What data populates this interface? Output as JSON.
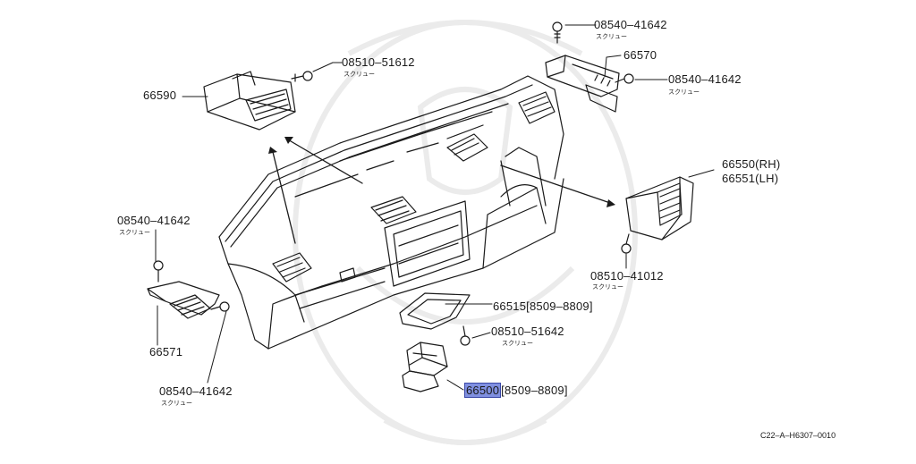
{
  "callouts": {
    "c1": {
      "part": "08540–41642",
      "sub": "スクリュー"
    },
    "c2": {
      "part": "08510–51612",
      "sub": "スクリュー"
    },
    "c3": {
      "part": "66570"
    },
    "c4": {
      "part": "08540–41642",
      "sub": "スクリュー"
    },
    "c5": {
      "part": "66590"
    },
    "c6": {
      "part_rh": "66550(RH)",
      "part_lh": "66551(LH)"
    },
    "c7": {
      "part": "08540–41642",
      "sub": "スクリュー"
    },
    "c8": {
      "part": "08510–41012",
      "sub": "スクリュー"
    },
    "c9": {
      "part": "66515[8509–8809]"
    },
    "c10": {
      "part": "08510–51642",
      "sub": "スクリュー"
    },
    "c11": {
      "part": "66571"
    },
    "c12": {
      "part_hl": "66500",
      "part_rest": "[8509–8809]"
    },
    "c13": {
      "part": "08540–41642",
      "sub": "スクリュー"
    }
  },
  "diagram_code": "C22–A–H6307–0010",
  "colors": {
    "ink": "#1a1a1a",
    "highlight": "#7f8fe0",
    "watermark": "#ececec"
  }
}
